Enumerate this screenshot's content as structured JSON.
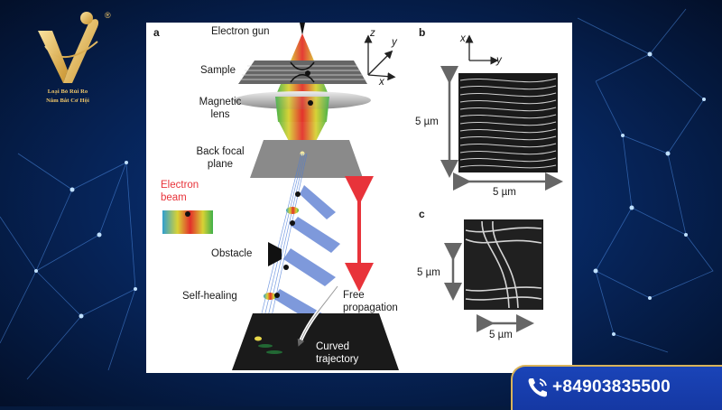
{
  "brand": {
    "logo_line1": "Loại Bỏ Rủi Ro",
    "logo_line2": "Nắm Bắt Cơ Hội",
    "registered_mark": "®",
    "colors": {
      "gold": "#f2c86a",
      "background": "#051a3d",
      "banner": "#1a44b8"
    }
  },
  "figure": {
    "panel_a": {
      "label": "a",
      "electron_gun": "Electron gun",
      "sample": "Sample",
      "magnetic_lens_1": "Magnetic",
      "magnetic_lens_2": "lens",
      "back_focal_1": "Back focal",
      "back_focal_2": "plane",
      "electron_beam_1": "Electron",
      "electron_beam_2": "beam",
      "obstacle": "Obstacle",
      "self_healing": "Self-healing",
      "free_prop_1": "Free",
      "free_prop_2": "propagation",
      "curved_1": "Curved",
      "curved_2": "trajectory",
      "axis_z": "z",
      "axis_y": "y",
      "axis_x": "x"
    },
    "panel_b": {
      "label": "b",
      "axis_x": "x",
      "axis_y": "y",
      "scale_v": "5 µm",
      "scale_h": "5 µm"
    },
    "panel_c": {
      "label": "c",
      "scale_v": "5 µm",
      "scale_h": "5 µm"
    }
  },
  "contact": {
    "phone": "+84903835500",
    "icon": "phone-icon"
  }
}
